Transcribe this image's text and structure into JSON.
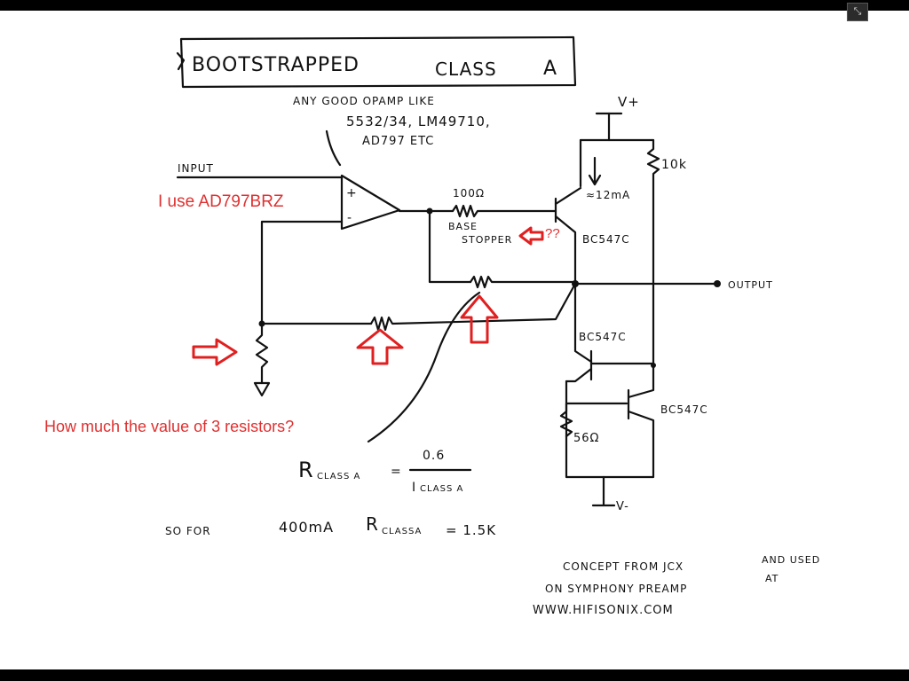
{
  "title": {
    "word1": "BOOTSTRAPPED",
    "word2": "CLASS",
    "word3": "A"
  },
  "opamp_note": {
    "line1": "ANY GOOD OPAMP LIKE",
    "line2": "5532/34, LM49710,",
    "line3": "AD797 ETC"
  },
  "labels": {
    "input": "INPUT",
    "plus": "+",
    "minus": "-",
    "r_base": "100Ω",
    "base": "BASE",
    "stopper": "STOPPER",
    "vplus": "V+",
    "current": "≈12mA",
    "r_10k": "10k",
    "q1": "BC547C",
    "output": "OUTPUT",
    "q2": "BC547C",
    "q3": "BC547C",
    "r_56": "56Ω",
    "vminus": "V-"
  },
  "formula": {
    "lhs_r": "R",
    "lhs_sub": "CLASS A",
    "equals": "=",
    "numerator": "0.6",
    "denominator": "I",
    "denominator_sub": "CLASS A"
  },
  "example": {
    "so_for": "SO FOR",
    "current": "400mA",
    "r": "R",
    "r_sub": "CLASSA",
    "result": "= 1.5K"
  },
  "credit": {
    "line1_a": "CONCEPT FROM JCX",
    "line1_b": "AND USED",
    "line2_a": "ON SYMPHONY PREAMP",
    "line2_b": "AT",
    "line3": "WWW.HIFISONIX.COM"
  },
  "annotations": {
    "opamp_used": "I use AD797BRZ",
    "question_marks": "??",
    "question": "How much the value of 3 resistors?"
  },
  "colors": {
    "ink": "#111111",
    "annotation": "#e03030",
    "paper": "#ffffff",
    "frame": "#000000"
  },
  "controls": {
    "fullscreen_icon": "collapse-icon",
    "fullscreen_glyph": "⤡"
  }
}
